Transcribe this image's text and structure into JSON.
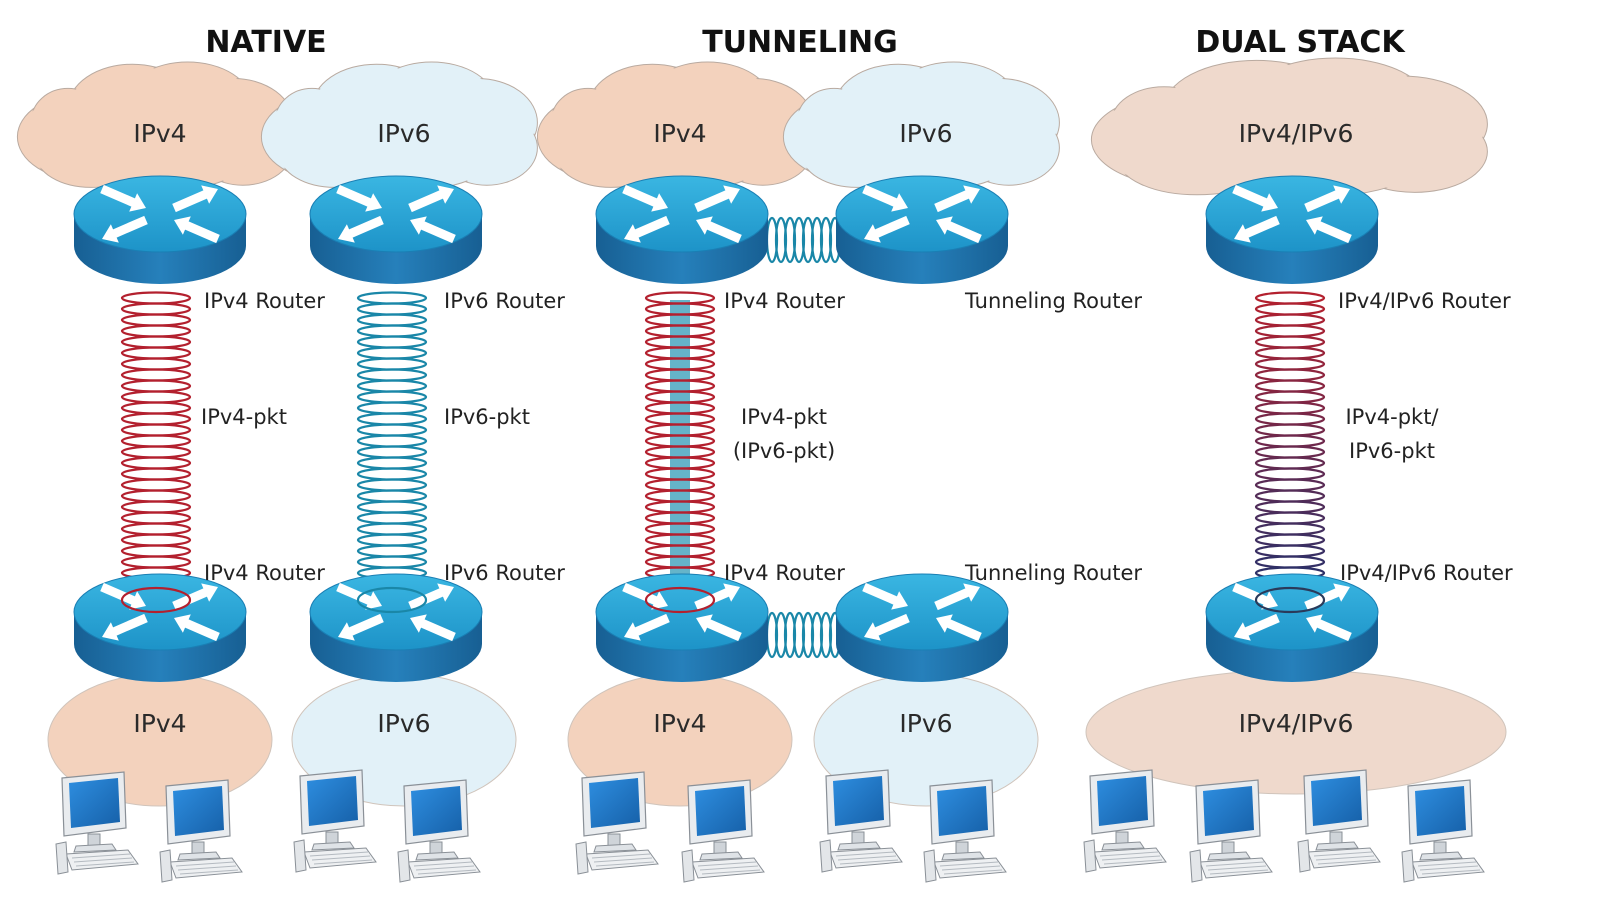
{
  "sections": {
    "native": {
      "title": "NATIVE",
      "top_clouds": [
        "IPv4",
        "IPv6"
      ],
      "bottom_clouds": [
        "IPv4",
        "IPv6"
      ],
      "top_router_labels": [
        "IPv4 Router",
        "IPv6 Router"
      ],
      "bottom_router_labels": [
        "IPv4 Router",
        "IPv6 Router"
      ],
      "packet_labels": [
        "IPv4-pkt",
        "IPv6-pkt"
      ]
    },
    "tunneling": {
      "title": "TUNNELING",
      "top_clouds": [
        "IPv4",
        "IPv6"
      ],
      "bottom_clouds": [
        "IPv4",
        "IPv6"
      ],
      "top_router_labels": [
        "IPv4 Router",
        "Tunneling Router"
      ],
      "bottom_router_labels": [
        "IPv4 Router",
        "Tunneling Router"
      ],
      "packet_label_lines": [
        "IPv4-pkt",
        "(IPv6-pkt)"
      ]
    },
    "dual_stack": {
      "title": "DUAL STACK",
      "top_cloud": "IPv4/IPv6",
      "bottom_cloud": "IPv4/IPv6",
      "top_router_label": "IPv4/IPv6 Router",
      "bottom_router_label": "IPv4/IPv6 Router",
      "packet_label_lines": [
        "IPv4-pkt/",
        "IPv6-pkt"
      ]
    }
  },
  "colors": {
    "ipv4_cloud": "#f3d2bd",
    "ipv6_cloud": "#e2f1f8",
    "dual_cloud": "#efd9cc",
    "router_top": "#2aa5d4",
    "router_side": "#1c6fa8",
    "ipv4_coil": "#b3202e",
    "ipv6_coil": "#1a87a8",
    "dual_coil": "#4a2a3a",
    "monitor_screen": "#1e78c8"
  },
  "icons": {
    "router": "router-icon",
    "computer": "desktop-computer-icon",
    "cloud": "cloud-icon"
  }
}
